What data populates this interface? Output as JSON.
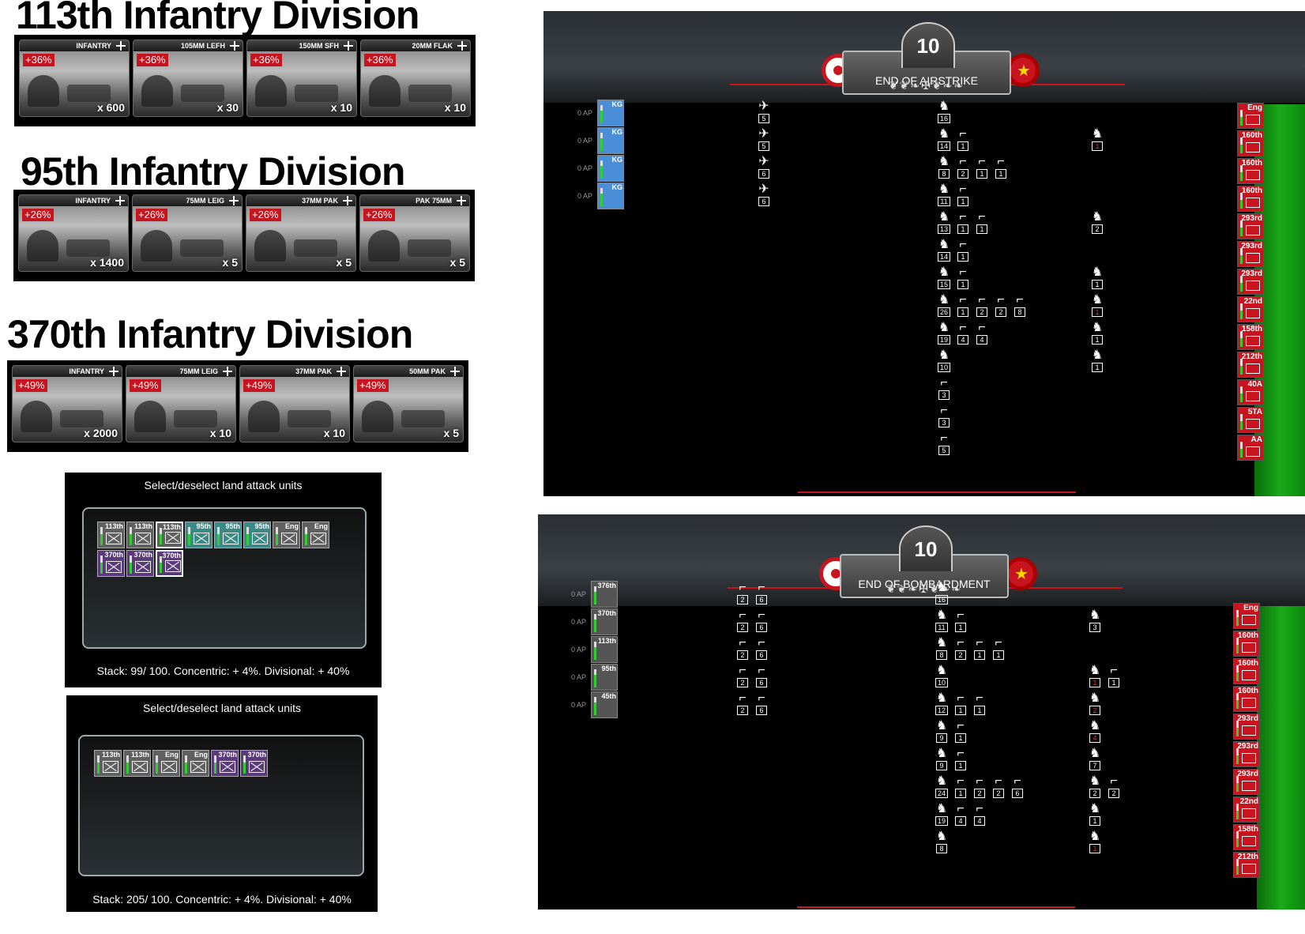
{
  "divisions": [
    {
      "title": "113th Infantry Division",
      "cards": [
        {
          "type": "INFANTRY",
          "bonus": "+36%",
          "count": "x 600",
          "icon": "german-cross-icon"
        },
        {
          "type": "105MM LEFH",
          "bonus": "+36%",
          "count": "x 30",
          "icon": "german-cross-icon"
        },
        {
          "type": "150MM SFH",
          "bonus": "+36%",
          "count": "x 10",
          "icon": "german-cross-icon"
        },
        {
          "type": "20MM FLAK",
          "bonus": "+36%",
          "count": "x 10",
          "icon": "luftwaffe-icon"
        }
      ]
    },
    {
      "title": "95th Infantry Division",
      "cards": [
        {
          "type": "INFANTRY",
          "bonus": "+26%",
          "count": "x 1400",
          "icon": "german-cross-icon"
        },
        {
          "type": "75MM LEIG",
          "bonus": "+26%",
          "count": "x 5",
          "icon": "german-cross-icon"
        },
        {
          "type": "37MM PAK",
          "bonus": "+26%",
          "count": "x 5",
          "icon": "german-cross-icon"
        },
        {
          "type": "PAK 75MM",
          "bonus": "+26%",
          "count": "x 5",
          "icon": "german-cross-icon"
        }
      ]
    },
    {
      "title": "370th Infantry Division",
      "cards": [
        {
          "type": "INFANTRY",
          "bonus": "+49%",
          "count": "x 2000",
          "icon": "german-cross-icon"
        },
        {
          "type": "75MM LEIG",
          "bonus": "+49%",
          "count": "x 10",
          "icon": "german-cross-icon"
        },
        {
          "type": "37MM PAK",
          "bonus": "+49%",
          "count": "x 10",
          "icon": "german-cross-icon"
        },
        {
          "type": "50MM PAK",
          "bonus": "+49%",
          "count": "x 5",
          "icon": "german-cross-icon"
        }
      ]
    }
  ],
  "select_panels": [
    {
      "title": "Select/deselect land attack units",
      "units": [
        {
          "label": "113th",
          "color": "gray"
        },
        {
          "label": "113th",
          "color": "gray"
        },
        {
          "label": "113th",
          "color": "gray"
        },
        {
          "label": "95th",
          "color": "teal"
        },
        {
          "label": "95th",
          "color": "teal"
        },
        {
          "label": "95th",
          "color": "teal"
        },
        {
          "label": "Eng",
          "color": "gray"
        },
        {
          "label": "Eng",
          "color": "gray"
        },
        {
          "label": "370th",
          "color": "purple"
        },
        {
          "label": "370th",
          "color": "purple"
        },
        {
          "label": "370th",
          "color": "purple"
        }
      ],
      "footer": "Stack:  99/ 100. Concentric: + 4%. Divisional: + 40%"
    },
    {
      "title": "Select/deselect land attack units",
      "units": [
        {
          "label": "113th",
          "color": "gray"
        },
        {
          "label": "113th",
          "color": "gray"
        },
        {
          "label": "Eng",
          "color": "gray"
        },
        {
          "label": "Eng",
          "color": "gray"
        },
        {
          "label": "370th",
          "color": "purple"
        },
        {
          "label": "370th",
          "color": "purple"
        }
      ],
      "footer": "Stack:  205/ 100. Concentric: + 4%. Divisional: + 40%"
    }
  ],
  "battles": [
    {
      "round": "10",
      "phase": "END OF AIRSTRIKE",
      "ap_rows": [
        {
          "ap": "0 AP",
          "unit": "KG"
        },
        {
          "ap": "0 AP",
          "unit": "KG"
        },
        {
          "ap": "0 AP",
          "unit": "KG"
        },
        {
          "ap": "0 AP",
          "unit": "KG"
        }
      ],
      "air_nums": [
        "5",
        "5",
        "6",
        "6"
      ],
      "center_rows": [
        [
          "16"
        ],
        [
          "14",
          "1"
        ],
        [
          "8",
          "2",
          "1",
          "1"
        ],
        [
          "11",
          "1"
        ],
        [
          "13",
          "1",
          "1"
        ],
        [
          "14",
          "1"
        ],
        [
          "15",
          "1"
        ],
        [
          "26",
          "1",
          "2",
          "2",
          "8"
        ],
        [
          "19",
          "4",
          "4"
        ],
        [
          "10"
        ],
        [
          "3"
        ],
        [
          "3"
        ],
        [
          "5"
        ]
      ],
      "right_rows": [
        {
          "row": 1,
          "nums": [
            "1"
          ],
          "red": true
        },
        {
          "row": 4,
          "nums": [
            "2"
          ],
          "red": false
        },
        {
          "row": 6,
          "nums": [
            "1"
          ],
          "red": false
        },
        {
          "row": 7,
          "nums": [
            "1"
          ],
          "red": true
        },
        {
          "row": 8,
          "nums": [
            "1"
          ],
          "red": false
        },
        {
          "row": 9,
          "nums": [
            "1"
          ],
          "red": false
        }
      ],
      "soviet_units": [
        "Eng",
        "160th",
        "160th",
        "160th",
        "293rd",
        "293rd",
        "293rd",
        "22nd",
        "158th",
        "212th",
        "40A",
        "5TA",
        "AA"
      ]
    },
    {
      "round": "10",
      "phase": "END OF BOMBARDMENT",
      "ap_rows": [
        {
          "ap": "0 AP",
          "unit": "376th"
        },
        {
          "ap": "0 AP",
          "unit": "370th"
        },
        {
          "ap": "0 AP",
          "unit": "113th"
        },
        {
          "ap": "0 AP",
          "unit": "95th"
        },
        {
          "ap": "0 AP",
          "unit": "45th"
        }
      ],
      "art_rows": [
        [
          "2",
          "6"
        ],
        [
          "2",
          "6"
        ],
        [
          "2",
          "6"
        ],
        [
          "2",
          "6"
        ],
        [
          "2",
          "6"
        ]
      ],
      "center_rows": [
        [
          "16"
        ],
        [
          "11",
          "1"
        ],
        [
          "8",
          "2",
          "1",
          "1"
        ],
        [
          "10"
        ],
        [
          "12",
          "1",
          "1"
        ],
        [
          "9",
          "1"
        ],
        [
          "9",
          "1"
        ],
        [
          "24",
          "1",
          "2",
          "2",
          "6"
        ],
        [
          "19",
          "4",
          "4"
        ],
        [
          "8"
        ]
      ],
      "right_rows": [
        {
          "row": 1,
          "nums": [
            "3"
          ],
          "red": false
        },
        {
          "row": 3,
          "nums": [
            "1",
            "1"
          ],
          "red": true
        },
        {
          "row": 4,
          "nums": [
            "2"
          ],
          "red": true
        },
        {
          "row": 5,
          "nums": [
            "4"
          ],
          "red": true
        },
        {
          "row": 6,
          "nums": [
            "7"
          ],
          "red": false
        },
        {
          "row": 7,
          "nums": [
            "2",
            "2"
          ],
          "red": false
        },
        {
          "row": 8,
          "nums": [
            "1"
          ],
          "red": false
        },
        {
          "row": 9,
          "nums": [
            "1"
          ],
          "red": true
        }
      ],
      "soviet_units": [
        "Eng",
        "160th",
        "160th",
        "160th",
        "293rd",
        "293rd",
        "293rd",
        "22nd",
        "158th",
        "212th"
      ]
    }
  ],
  "colors": {
    "red": "#c8141e",
    "green": "#1aa81a",
    "blue": "#4a8ed8"
  }
}
